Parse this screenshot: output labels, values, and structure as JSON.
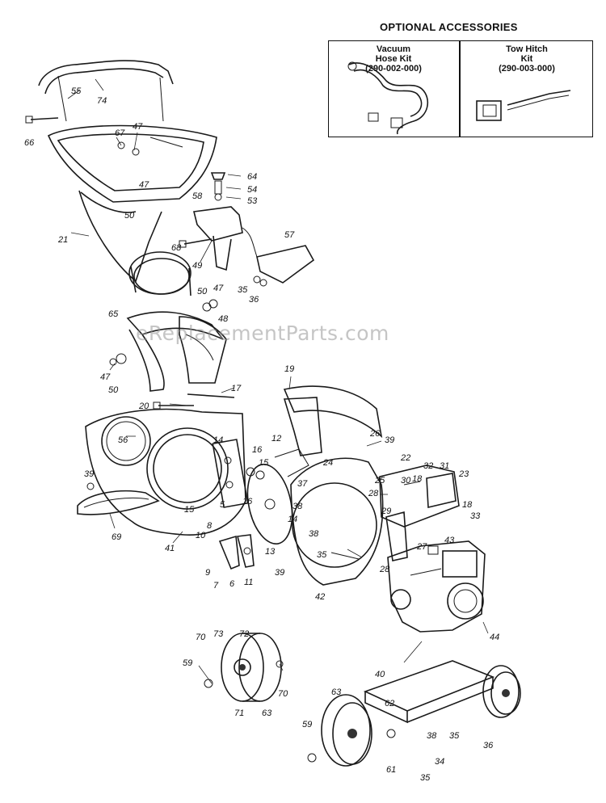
{
  "accessories": {
    "title": "OPTIONAL ACCESSORIES",
    "vacuum": {
      "line1": "Vacuum",
      "line2": "Hose Kit",
      "line3": "(290-002-000)"
    },
    "hitch": {
      "line1": "Tow Hitch",
      "line2": "Kit",
      "line3": "(290-003-000)"
    }
  },
  "watermark": "eReplacementParts.com",
  "callouts": {
    "c74": "74",
    "c55": "55",
    "c66": "66",
    "c67": "67",
    "c47a": "47",
    "c64": "64",
    "c54": "54",
    "c53": "53",
    "c47b": "47",
    "c58": "58",
    "c50a": "50",
    "c21": "21",
    "c68": "68",
    "c49": "49",
    "c57": "57",
    "c35a": "35",
    "c36a": "36",
    "c50b": "50",
    "c47c": "47",
    "c65": "65",
    "c48": "48",
    "c47d": "47",
    "c50c": "50",
    "c19": "19",
    "c20": "20",
    "c17": "17",
    "c56": "56",
    "c14a": "14",
    "c12": "12",
    "c16a": "16",
    "c26": "26",
    "c39a": "39",
    "c22": "22",
    "c30": "30",
    "c32": "32",
    "c31": "31",
    "c23": "23",
    "c15a": "15",
    "c24": "24",
    "c25": "25",
    "c18a": "18",
    "c18b": "18",
    "c39b": "39",
    "c37": "37",
    "c28a": "28",
    "c29": "29",
    "c33": "33",
    "c16b": "16",
    "c15b": "15",
    "c38a": "38",
    "c14b": "14",
    "c5": "5",
    "c8": "8",
    "c10": "10",
    "c69": "69",
    "c41": "41",
    "c43": "43",
    "c27": "27",
    "c38b": "38",
    "c35b": "35",
    "c28b": "28",
    "c13": "13",
    "c9": "9",
    "c7": "7",
    "c6": "6",
    "c11": "11",
    "c39c": "39",
    "c42": "42",
    "c44": "44",
    "c70a": "70",
    "c73": "73",
    "c72": "72",
    "c59a": "59",
    "c70b": "70",
    "c71": "71",
    "c63a": "63",
    "c40": "40",
    "c63b": "63",
    "c62": "62",
    "c38c": "38",
    "c35c": "35",
    "c36b": "36",
    "c59b": "59",
    "c61": "61",
    "c34": "34",
    "c35d": "35"
  }
}
